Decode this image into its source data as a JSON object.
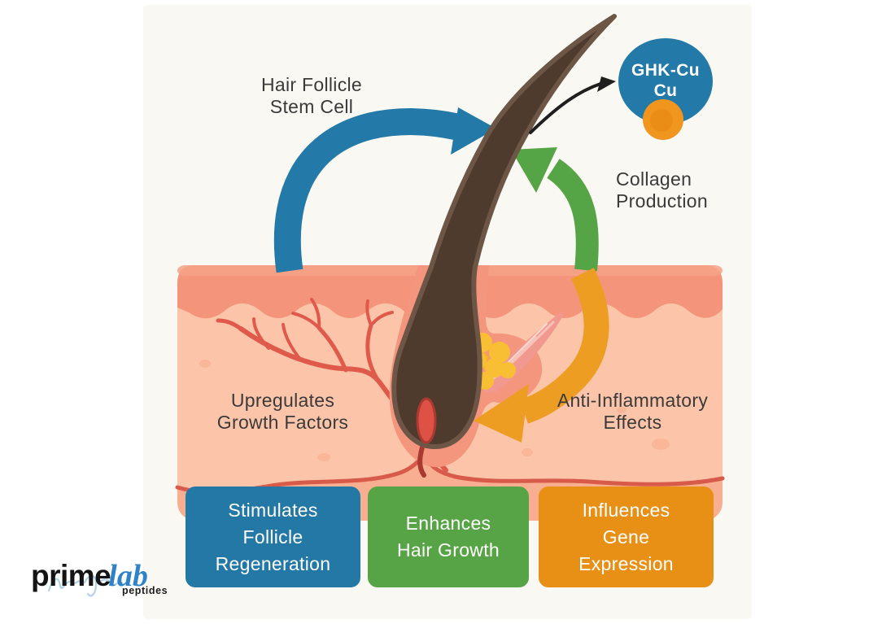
{
  "labels": {
    "hair_follicle_stem_cell": {
      "line1": "Hair Follicle",
      "line2": "Stem Cell"
    },
    "collagen_production": {
      "line1": "Collagen",
      "line2": "Production"
    },
    "upregulates_growth_factors": {
      "line1": "Upregulates",
      "line2": "Growth Factors"
    },
    "anti_inflammatory_effects": {
      "line1": "Anti-Inflammatory",
      "line2": "Effects"
    }
  },
  "ghk_badge": {
    "title": "GHK-Cu",
    "subtitle": "Cu"
  },
  "benefit_boxes": [
    {
      "id": "stimulates-follicle-regeneration",
      "lines": [
        "Stimulates",
        "Follicle",
        "Regeneration"
      ],
      "color": "#2478a5"
    },
    {
      "id": "enhances-hair-growth",
      "lines": [
        "Enhances",
        "Hair Growth"
      ],
      "color": "#56a445"
    },
    {
      "id": "influences-gene-expression",
      "lines": [
        "Influences",
        "Gene",
        "Expression"
      ],
      "color": "#e88f16"
    }
  ],
  "logo": {
    "prime": "prime",
    "lab": "lab",
    "tagline": "peptides"
  },
  "palette": {
    "panel_bg": "#faf8f2",
    "arrow_blue": "#2379a7",
    "arrow_green": "#55a445",
    "arrow_orange": "#ee9d23",
    "arrow_black": "#1f1f1f",
    "ghk_circle": "#2379a7",
    "copper_dot": "#f0961f",
    "epidermis": "#f4957b",
    "dermis": "#fcc5aa",
    "hypodermis": "#f8ae90",
    "vessel_red": "#dd5a4b",
    "hair_brown": "#4e3b2e",
    "sebaceous_yellow": "#f8bf35",
    "text_dark": "#3a3a3a"
  }
}
